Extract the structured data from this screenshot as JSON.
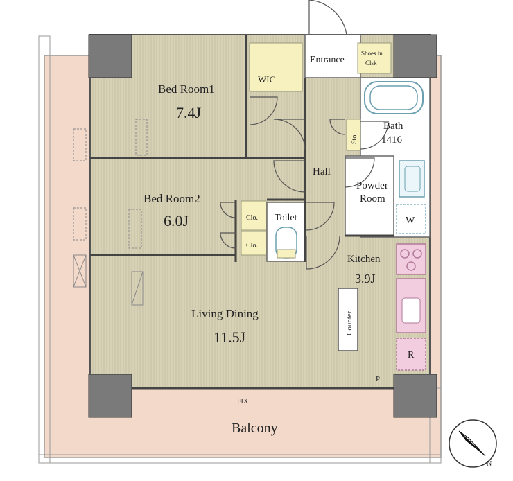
{
  "rooms": {
    "bedroom1": {
      "name": "Bed Room1",
      "size": "7.4J"
    },
    "bedroom2": {
      "name": "Bed Room2",
      "size": "6.0J"
    },
    "living": {
      "name": "Living Dining",
      "size": "11.5J"
    },
    "kitchen": {
      "name": "Kitchen",
      "size": "3.9J"
    },
    "hall": {
      "name": "Hall"
    },
    "entrance": {
      "name": "Entrance"
    },
    "shoes": {
      "line1": "Shoes in",
      "line2": "Clsk"
    },
    "wic": {
      "name": "WIC"
    },
    "bath": {
      "name": "Bath",
      "size": "1416"
    },
    "powder": {
      "line1": "Powder",
      "line2": "Room"
    },
    "toilet": {
      "name": "Toilet"
    },
    "balcony": {
      "name": "Balcony"
    }
  },
  "labels": {
    "sto": "Sto.",
    "clo1": "Clo.",
    "clo2": "Clo.",
    "w": "W",
    "counter": "Counter",
    "r": "R",
    "p": "P",
    "fix": "FIX",
    "compass_n": "N"
  },
  "colors": {
    "floor": "#d7d1b6",
    "floor_line": "#c6bfa1",
    "balcony": "#f3d9c9",
    "pillar": "#7a7a7a",
    "wet_area": "#ffffff",
    "yellow_fixture": "#f7f1c0",
    "fixture_outline": "#8ab8c8",
    "pink_fixture": "#f2cde0"
  }
}
